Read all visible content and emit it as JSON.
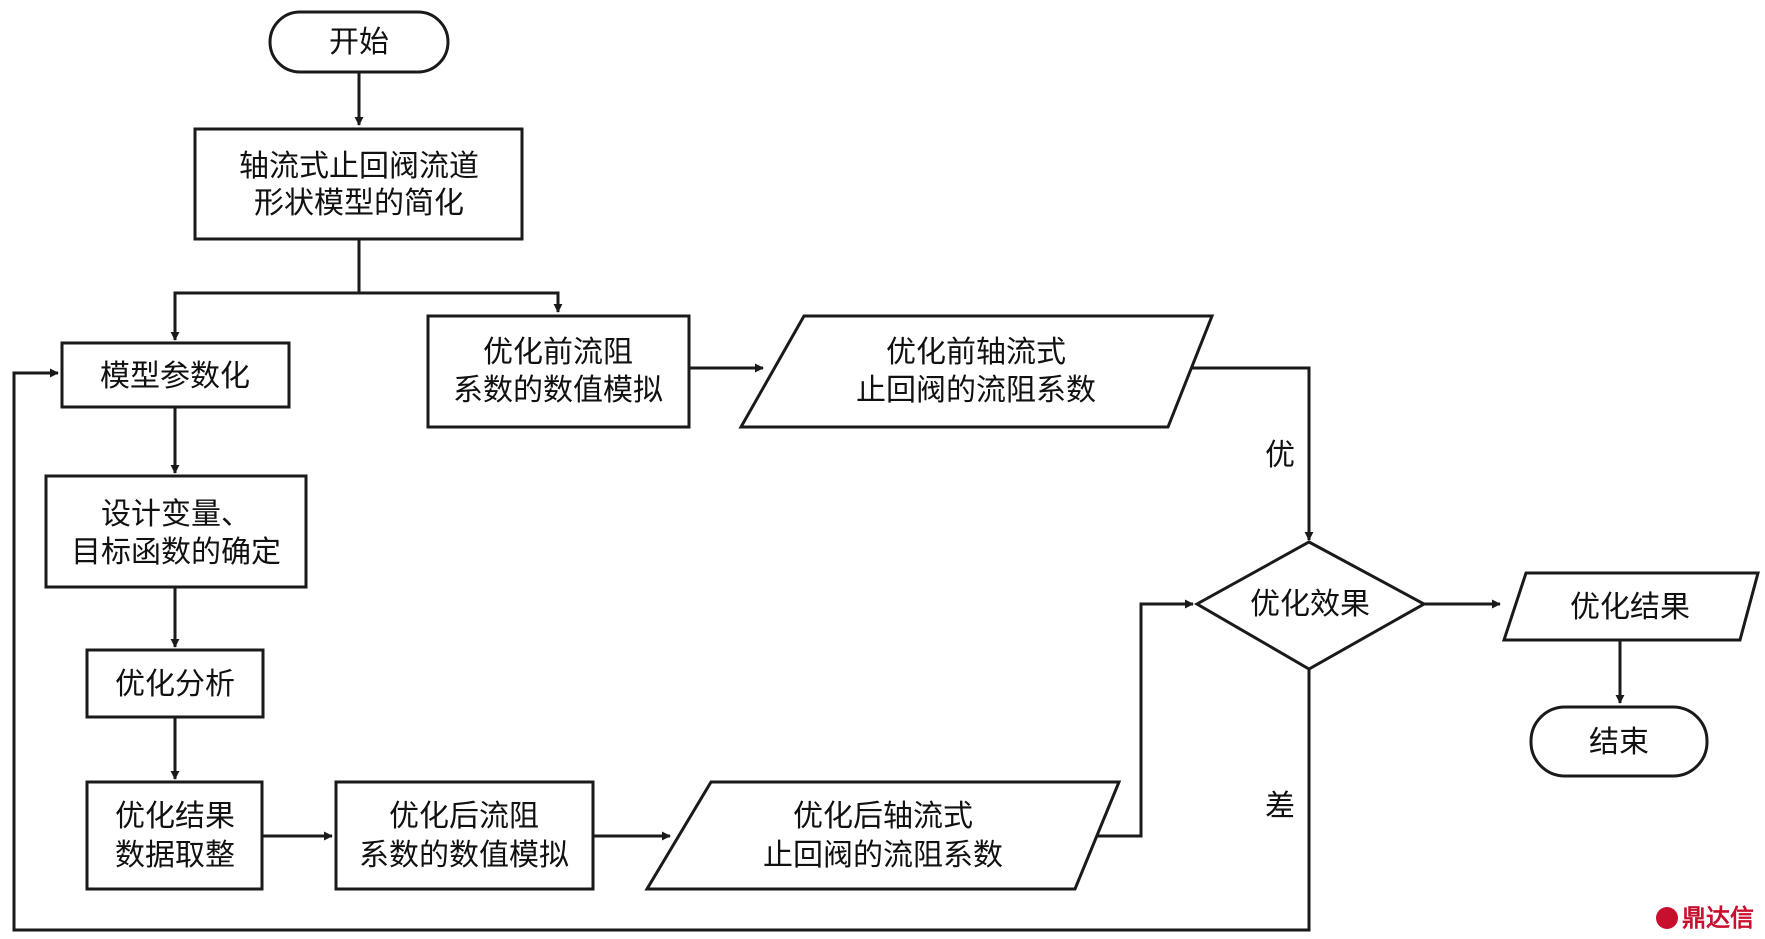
{
  "nodes": {
    "start": {
      "lines": [
        "开始"
      ]
    },
    "simplify": {
      "lines": [
        "轴流式止回阀流道",
        "形状模型的简化"
      ]
    },
    "param": {
      "lines": [
        "模型参数化"
      ]
    },
    "design": {
      "lines": [
        "设计变量、",
        "目标函数的确定"
      ]
    },
    "analysis": {
      "lines": [
        "优化分析"
      ]
    },
    "rounding": {
      "lines": [
        "优化结果",
        "数据取整"
      ]
    },
    "sim_after": {
      "lines": [
        "优化后流阻",
        "系数的数值模拟"
      ]
    },
    "coef_after": {
      "lines": [
        "优化后轴流式",
        "止回阀的流阻系数"
      ]
    },
    "sim_before": {
      "lines": [
        "优化前流阻",
        "系数的数值模拟"
      ]
    },
    "coef_before": {
      "lines": [
        "优化前轴流式",
        "止回阀的流阻系数"
      ]
    },
    "effect": {
      "lines": [
        "优化效果"
      ]
    },
    "result": {
      "lines": [
        "优化结果"
      ]
    },
    "end": {
      "lines": [
        "结束"
      ]
    }
  },
  "edge_labels": {
    "good": "优",
    "bad": "差"
  },
  "watermark": {
    "text": "鼎达信",
    "color": "#c8102e"
  }
}
